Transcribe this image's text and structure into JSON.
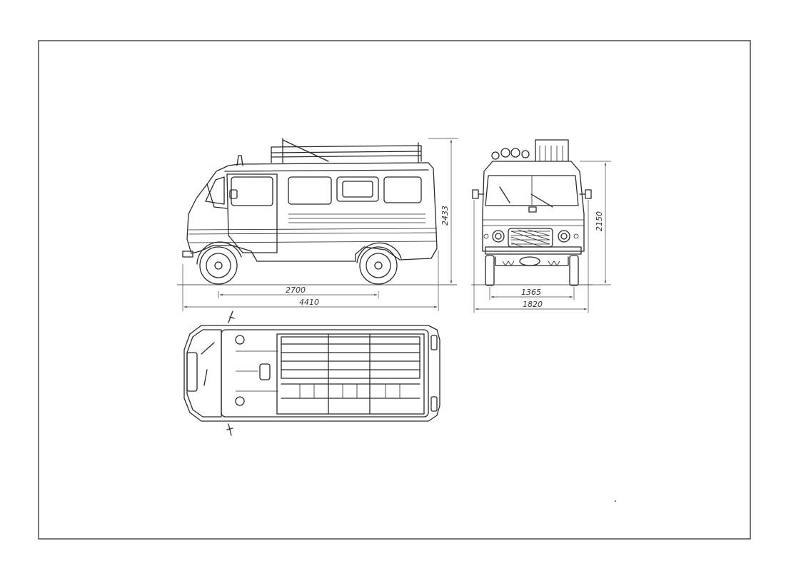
{
  "drawing": {
    "side_view": {
      "dimensions": {
        "wheelbase": "2700",
        "length": "4410",
        "height": "2433"
      }
    },
    "front_view": {
      "dimensions": {
        "track": "1365",
        "width": "1820",
        "height": "2150"
      }
    }
  }
}
